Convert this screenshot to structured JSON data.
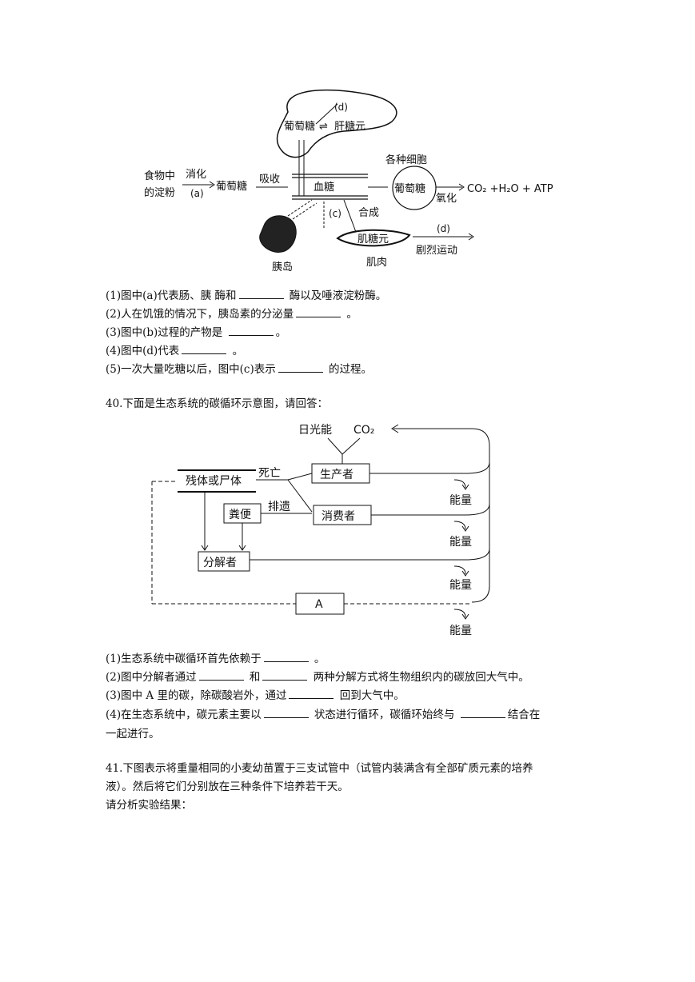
{
  "diagram1": {
    "labels": {
      "d_top": "(d)",
      "glucose_liver": "葡萄糖",
      "liver_glycogen": "肝糖元",
      "food_starch_1": "食物中",
      "food_starch_2": "的淀粉",
      "digest": "消化",
      "a": "(a)",
      "glucose_1": "葡萄糖",
      "absorb": "吸收",
      "blood_sugar": "血糖",
      "various_cells": "各种细胞",
      "glucose_cell": "葡萄糖",
      "oxidize": "氧化",
      "products": "CO₂ +H₂O + ATP",
      "c": "(c)",
      "synth": "合成",
      "islet": "胰岛",
      "muscle_glycogen": "肌糖元",
      "muscle": "肌肉",
      "d_right": "(d)",
      "exercise": "剧烈运动"
    }
  },
  "q39": [
    {
      "pre": "(1)图中(a)代表肠、胰 酶和",
      "post": " 酶以及唾液淀粉酶。"
    },
    {
      "pre": "(2)人在饥饿的情况下，胰岛素的分泌量",
      "post": " 。"
    },
    {
      "pre": "(3)图中(b)过程的产物是 ",
      "post": "。"
    },
    {
      "pre": "(4)图中(d)代表",
      "post": " 。"
    },
    {
      "pre": "(5)一次大量吃糖以后，图中(c)表示",
      "post": " 的过程。"
    }
  ],
  "q40": {
    "title": "40.下面是生态系统的碳循环示意图，请回答：",
    "diagram": {
      "sunlight": "日光能",
      "co2": "CO₂",
      "death": "死亡",
      "remains": "残体或尸体",
      "producer": "生产者",
      "excrete": "排遗",
      "feces": "粪便",
      "consumer": "消费者",
      "decomposer": "分解者",
      "a_box": "A",
      "energy": "能量"
    },
    "q1": {
      "pre": "(1)生态系统中碳循环首先依赖于",
      "post": " 。"
    },
    "q2": {
      "pre": "(2)图中分解者通过",
      "mid": " 和",
      "post": " 两种分解方式将生物组织内的碳放回大气中。"
    },
    "q3": {
      "pre": "(3)图中 A 里的碳，除碳酸岩外，通过",
      "post": " 回到大气中。"
    },
    "q4": {
      "pre": "(4)在生态系统中，碳元素主要以",
      "mid": " 状态进行循环，碳循环始终与 ",
      "post": "结合在"
    },
    "q4b": "一起进行。"
  },
  "q41": {
    "line1": "41.下图表示将重量相同的小麦幼苗置于三支试管中（试管内装满含有全部矿质元素的培养",
    "line2": "液）。然后将它们分别放在三种条件下培养若干天。",
    "line3": "请分析实验结果："
  }
}
